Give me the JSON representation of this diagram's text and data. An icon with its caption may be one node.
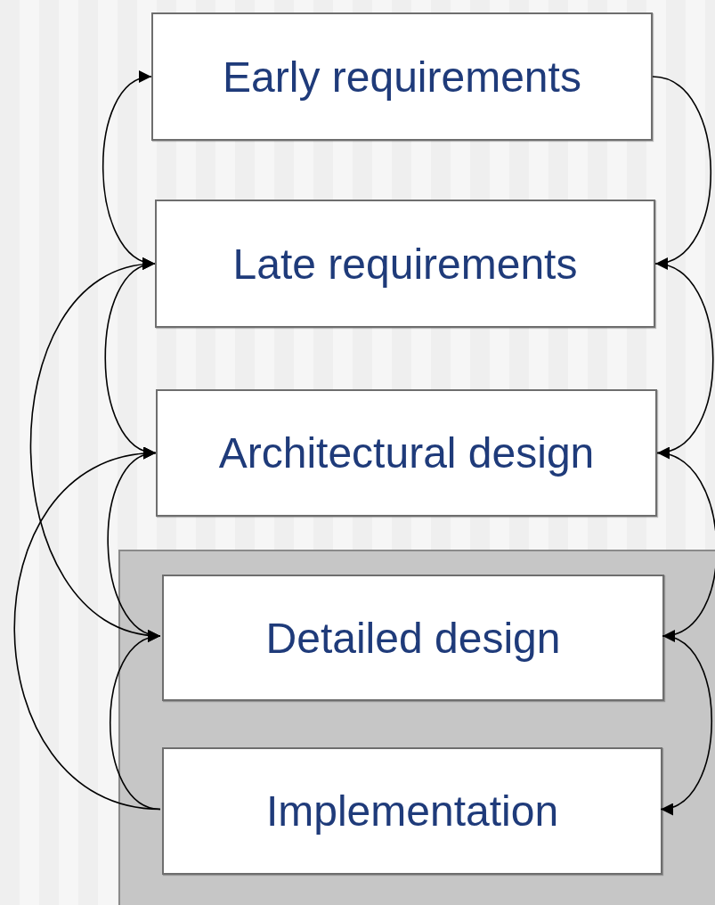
{
  "diagram": {
    "nodes": [
      {
        "text": [
          "Early requirements"
        ]
      },
      {
        "text": [
          "Late requirements"
        ]
      },
      {
        "text": [
          "Architectural design"
        ]
      },
      {
        "text": [],
        "shape": "box"
      },
      {
        "text": [
          "Detailed design"
        ],
        "in": 3
      },
      {
        "text": [
          "Implementation"
        ],
        "in": 3
      }
    ],
    "edges": [
      {
        "from": 0,
        "to": 1,
        "arrow": "to"
      },
      {
        "from": 1,
        "to": 2,
        "arrow": "to"
      },
      {
        "from": 2,
        "to": 4,
        "arrow": "to"
      },
      {
        "from": 4,
        "to": 5,
        "arrow": "to"
      },
      {
        "from": 0,
        "to": 1,
        "arrow": "both"
      },
      {
        "from": 1,
        "to": 2,
        "arrow": "both"
      },
      {
        "from": 1,
        "to": 4,
        "arrow": "both"
      },
      {
        "from": 2,
        "to": 4,
        "arrow": "both"
      },
      {
        "from": 5,
        "to": 2,
        "arrow": "to"
      },
      {
        "from": 5,
        "to": 4,
        "arrow": "to"
      }
    ]
  }
}
